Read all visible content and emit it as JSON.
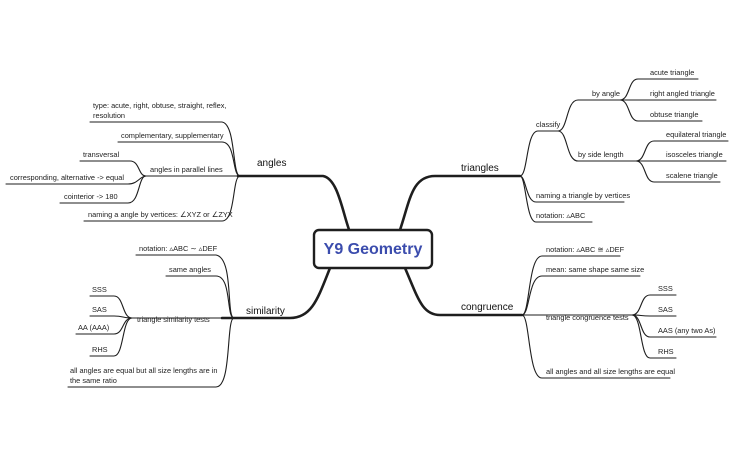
{
  "central": "Y9 Geometry",
  "branches": {
    "angles": {
      "title": "angles",
      "items": [
        "type: acute, right, obtuse, straight, reflex,",
        "resolution",
        "complementary, supplementary",
        "angles in parallel lines",
        "transversal",
        "corresponding, alternative -> equal",
        "cointerior -> 180",
        "naming a angle by vertices: ∠XYZ or ∠ZYX"
      ]
    },
    "triangles": {
      "title": "triangles",
      "items": [
        "classify",
        "by angle",
        "acute triangle",
        "right angled triangle",
        "obtuse triangle",
        "by side length",
        "equilateral triangle",
        "isosceles triangle",
        "scalene triangle",
        "naming a triangle by vertices",
        "notation:  ▵ABC"
      ]
    },
    "similarity": {
      "title": "similarity",
      "items": [
        "notation: ▵ABC ∼ ▵DEF",
        "same angles",
        "triangle similarity tests",
        "SSS",
        "SAS",
        "AA (AAA)",
        "RHS",
        "all angles are equal but all size lengths are in",
        "the same ratio"
      ]
    },
    "congruence": {
      "title": "congruence",
      "items": [
        "notation: ▵ABC ≅ ▵DEF",
        "mean: same shape same size",
        "triangle congruence tests",
        "SSS",
        "SAS",
        "AAS (any two As)",
        "RHS",
        "all angles and all size lengths are equal"
      ]
    }
  }
}
